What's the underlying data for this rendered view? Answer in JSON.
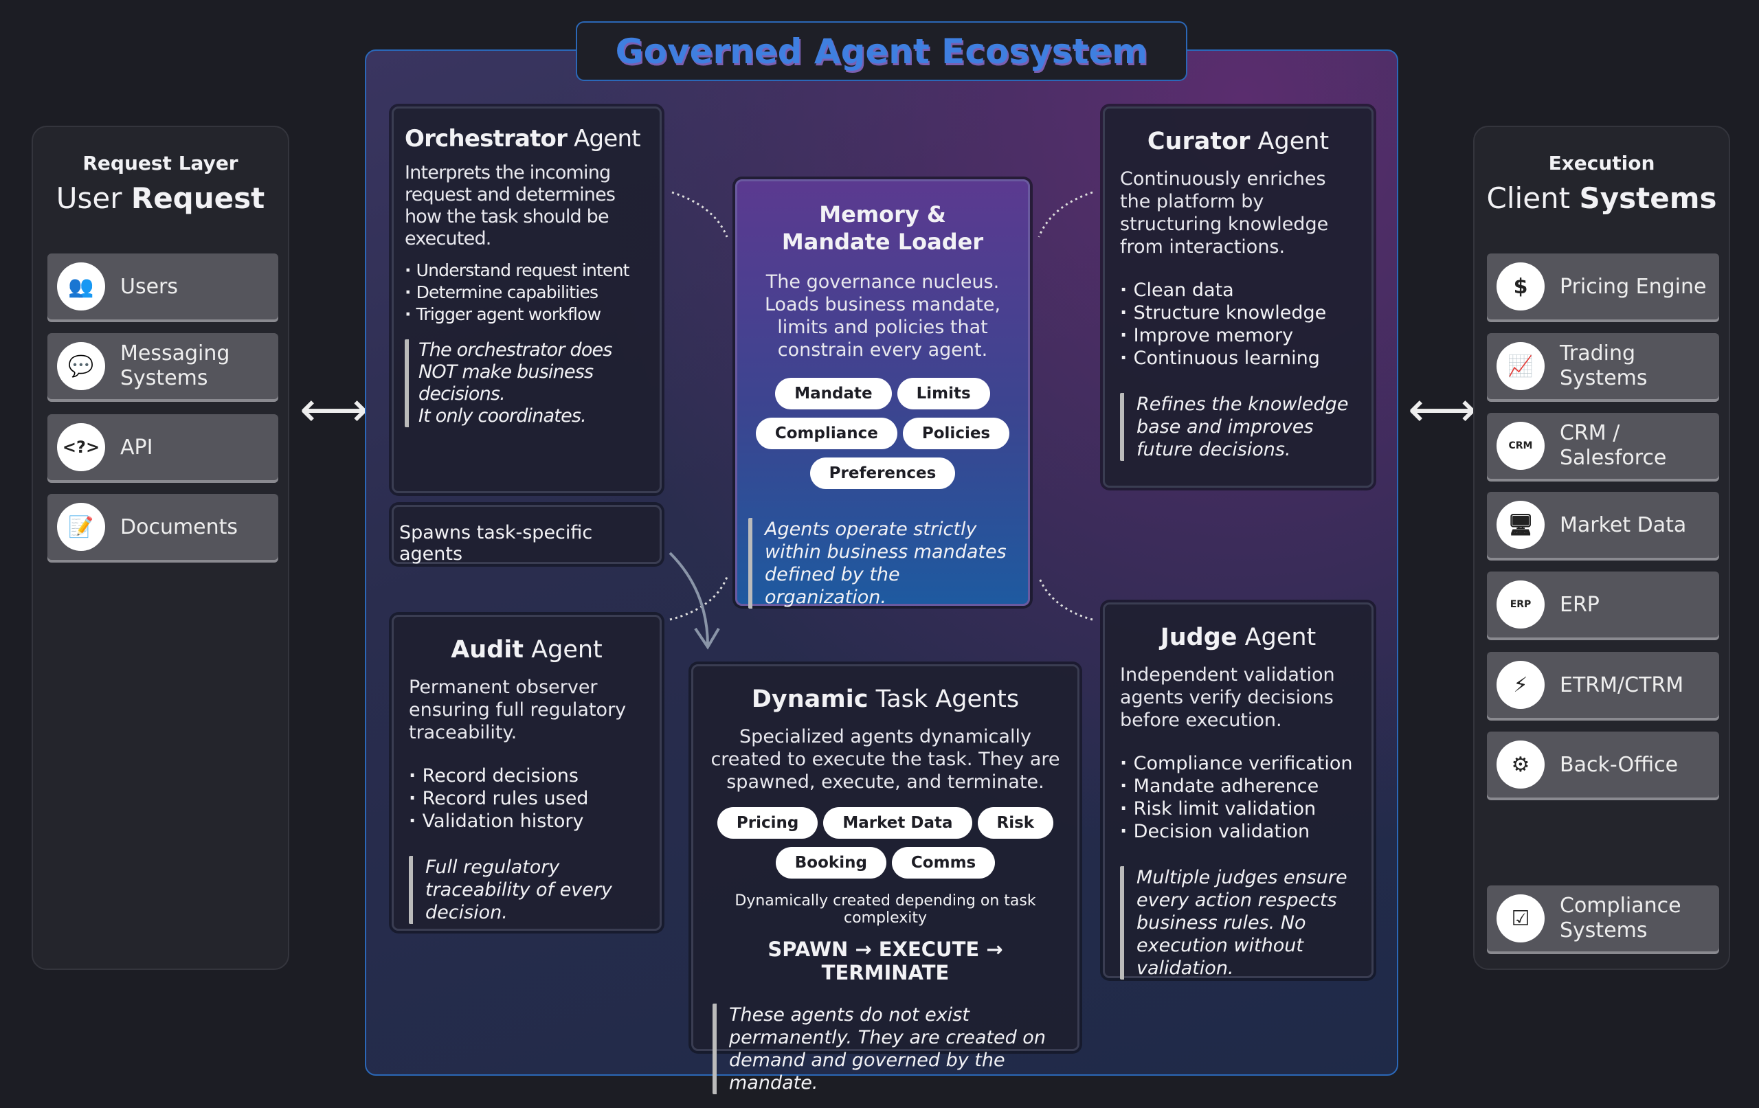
{
  "title": "Governed Agent Ecosystem",
  "left": {
    "subtitle": "Request Layer",
    "title_light": "User",
    "title_bold": "Request",
    "items": [
      {
        "label": "Users",
        "icon": "users-icon"
      },
      {
        "label": "Messaging Systems",
        "icon": "chat-icon"
      },
      {
        "label": "API",
        "icon": "code-icon",
        "glyph": "<?>"
      },
      {
        "label": "Documents",
        "icon": "document-icon"
      }
    ]
  },
  "right": {
    "subtitle": "Execution",
    "title_light": "Client",
    "title_bold": "Systems",
    "items": [
      {
        "label": "Pricing Engine",
        "icon": "dollar-gear-icon"
      },
      {
        "label": "Trading Systems",
        "icon": "chart-icon"
      },
      {
        "label": "CRM / Salesforce",
        "icon": "crm-icon",
        "glyph": "CRM"
      },
      {
        "label": "Market Data",
        "icon": "monitor-icon"
      },
      {
        "label": "ERP",
        "icon": "erp-gear-icon",
        "glyph": "ERP"
      },
      {
        "label": "ETRM/CTRM",
        "icon": "lightning-icon"
      },
      {
        "label": "Back-Office",
        "icon": "back-office-icon"
      },
      {
        "label": "Compliance Systems",
        "icon": "checklist-icon"
      }
    ]
  },
  "orchestrator": {
    "bold": "Orchestrator",
    "light": "Agent",
    "desc": "Interprets the incoming request and determines how the task should be executed.",
    "bullets": [
      "Understand request intent",
      "Determine capabilities",
      "Trigger agent workflow"
    ],
    "note1": "The orchestrator does NOT make business decisions.",
    "note2": "It only coordinates."
  },
  "spawns": "Spawns task-specific agents",
  "memory": {
    "title1": "Memory &",
    "title2": "Mandate Loader",
    "desc": "The governance nucleus. Loads business mandate, limits and policies that constrain every agent.",
    "tags": [
      "Mandate",
      "Limits",
      "Compliance",
      "Policies",
      "Preferences"
    ],
    "note": "Agents operate strictly within business mandates defined by the organization."
  },
  "curator": {
    "bold": "Curator",
    "light": "Agent",
    "desc": "Continuously enriches the platform by structuring knowledge from interactions.",
    "bullets": [
      "Clean data",
      "Structure knowledge",
      "Improve memory",
      "Continuous learning"
    ],
    "note": "Refines the knowledge base and improves future decisions."
  },
  "audit": {
    "bold": "Audit",
    "light": "Agent",
    "desc": "Permanent observer ensuring full regulatory traceability.",
    "bullets": [
      "Record decisions",
      "Record rules used",
      "Validation history"
    ],
    "note": "Full regulatory traceability of every decision."
  },
  "dynamic": {
    "bold": "Dynamic",
    "light": "Task Agents",
    "desc": "Specialized agents dynamically created to execute the task. They are spawned, execute, and terminate.",
    "tags": [
      "Pricing",
      "Market Data",
      "Risk",
      "Booking",
      "Comms"
    ],
    "caption": "Dynamically created depending on task complexity",
    "flow": "SPAWN → EXECUTE → TERMINATE",
    "note": "These agents do not exist permanently. They are created on demand and governed by the mandate."
  },
  "judge": {
    "bold": "Judge",
    "light": "Agent",
    "desc": "Independent validation agents verify decisions before execution.",
    "bullets": [
      "Compliance verification",
      "Mandate adherence",
      "Risk limit validation",
      "Decision validation"
    ],
    "note": "Multiple judges ensure every action respects business rules. No execution without validation."
  }
}
